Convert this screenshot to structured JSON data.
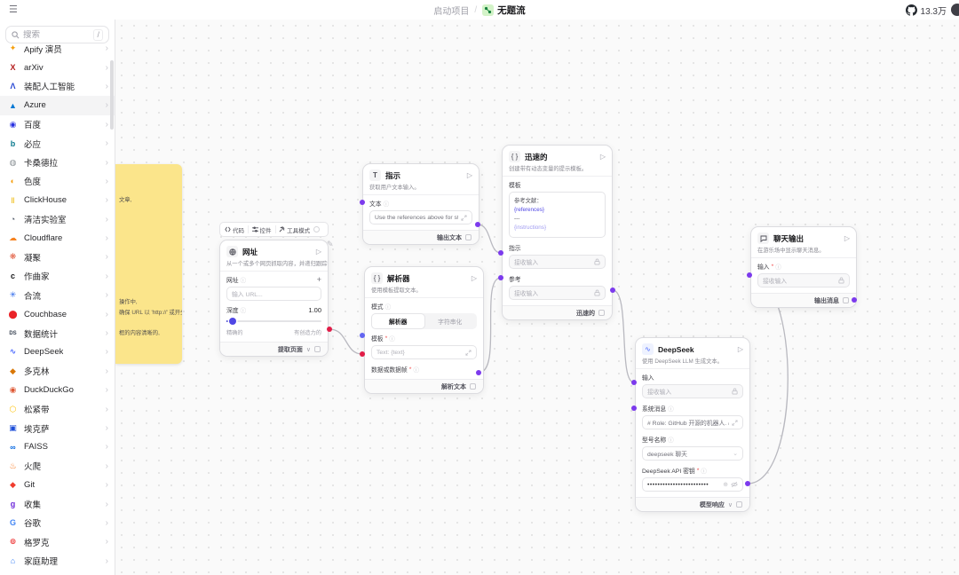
{
  "header": {
    "menu_icon": "grid-menu-icon",
    "breadcrumb": "启动项目",
    "separator": "/",
    "flow_icon_glyph": "⚙",
    "flow_title": "无题流",
    "github_stars": "13.3万"
  },
  "sidebar": {
    "search_placeholder": "搜索",
    "search_shortcut": "/",
    "items": [
      {
        "label": "Apify 演员",
        "glyph": "✦",
        "color": "#f59e0b",
        "partial": true,
        "active": false
      },
      {
        "label": "arXiv",
        "glyph": "X",
        "color": "#b31b1b",
        "active": false
      },
      {
        "label": "装配人工智能",
        "glyph": "Λ",
        "color": "#2545d3",
        "active": false
      },
      {
        "label": "Azure",
        "glyph": "▲",
        "color": "#0078d4",
        "active": true
      },
      {
        "label": "百度",
        "glyph": "◉",
        "color": "#2932e1",
        "active": false
      },
      {
        "label": "必应",
        "glyph": "b",
        "color": "#0b7a8e",
        "active": false
      },
      {
        "label": "卡桑德拉",
        "glyph": "◍",
        "color": "#8b9196",
        "active": false
      },
      {
        "label": "色度",
        "glyph": "◐",
        "color": "#f59e0b",
        "active": false
      },
      {
        "label": "ClickHouse",
        "glyph": "‖",
        "color": "#f2c83c",
        "active": false
      },
      {
        "label": "清洁实验室",
        "glyph": "◔",
        "color": "#4b5563",
        "active": false
      },
      {
        "label": "Cloudflare",
        "glyph": "☁",
        "color": "#f6821f",
        "active": false
      },
      {
        "label": "凝聚",
        "glyph": "❋",
        "color": "#e25d41",
        "active": false
      },
      {
        "label": "作曲家",
        "glyph": "c",
        "color": "#18181b",
        "active": false
      },
      {
        "label": "合流",
        "glyph": "✳",
        "color": "#2563eb",
        "active": false
      },
      {
        "label": "Couchbase",
        "glyph": "⬤",
        "color": "#ea2328",
        "active": false
      },
      {
        "label": "数据统计",
        "glyph": "DS",
        "color": "#374151",
        "active": false
      },
      {
        "label": "DeepSeek",
        "glyph": "∿",
        "color": "#4d6bfe",
        "active": false
      },
      {
        "label": "多克林",
        "glyph": "◆",
        "color": "#d97706",
        "active": false
      },
      {
        "label": "DuckDuckGo",
        "glyph": "◉",
        "color": "#de5833",
        "active": false
      },
      {
        "label": "松紧带",
        "glyph": "⬡",
        "color": "#fec514",
        "active": false
      },
      {
        "label": "埃克萨",
        "glyph": "▣",
        "color": "#1d4ed8",
        "active": false
      },
      {
        "label": "FAISS",
        "glyph": "∞",
        "color": "#0668e1",
        "active": false
      },
      {
        "label": "火爬",
        "glyph": "♨",
        "color": "#f97316",
        "active": false
      },
      {
        "label": "Git",
        "glyph": "◆",
        "color": "#f03c2e",
        "active": false
      },
      {
        "label": "收集",
        "glyph": "g",
        "color": "#6d28d9",
        "active": false
      },
      {
        "label": "谷歌",
        "glyph": "G",
        "color": "#4285f4",
        "active": false
      },
      {
        "label": "格罗克",
        "glyph": "⊚",
        "color": "#ef4444",
        "active": false
      },
      {
        "label": "家庭助理",
        "glyph": "⌂",
        "color": "#3b82f6",
        "active": false
      }
    ]
  },
  "note": {
    "lines": [
      "文章,",
      "操作中,",
      "确保 URL 以 'http://' 或开头",
      "框的内容清晰的,"
    ],
    "color": "#fbe58b"
  },
  "node_toolbar": {
    "code_label": "代码",
    "controls_label": "控件",
    "tool_mode_label": "工具模式",
    "tool_mode_on": false,
    "more_label": "⋯"
  },
  "nodes": {
    "url": {
      "title": "网址",
      "description": "从一个或多个网页抓取内容，并递归跟踪链接。",
      "url_label": "网址",
      "url_placeholder": "输入 URL...",
      "depth_label": "深度",
      "depth_value": "1.00",
      "slider_min_label": "精确的",
      "slider_max_label": "有创造力的",
      "output_label": "提取页面"
    },
    "instructions": {
      "title": "指示",
      "description": "获取用户文本输入。",
      "text_label": "文本",
      "text_value": "Use the references above for sty",
      "output_label": "输出文本"
    },
    "parser": {
      "title": "解析器",
      "description": "使用模板提取文本。",
      "mode_label": "模式",
      "mode_options": [
        "解析器",
        "字符串化"
      ],
      "mode_selected": "解析器",
      "template_label": "模板",
      "template_value": "Text: {text}",
      "data_label": "数据或数据帧",
      "output_label": "解析文本"
    },
    "prompt": {
      "title": "迅速的",
      "description": "创建带有动态变量的提示模板。",
      "template_label": "模板",
      "template_preview": [
        "参考文献：",
        "{references}",
        "---",
        "{instructions}"
      ],
      "instructions_label": "指示",
      "instructions_placeholder": "接收输入",
      "references_label": "参考",
      "references_placeholder": "接收输入",
      "output_label": "迅速的"
    },
    "deepseek": {
      "title": "DeepSeek",
      "description": "使用 DeepSeek LLM 生成文本。",
      "input_label": "输入",
      "input_placeholder": "接收输入",
      "system_message_label": "系统消息",
      "system_message_value": "# Role: GitHub 开源的机器人. ## P",
      "model_name_label": "型号名称",
      "model_name_value": "deepseek 聊天",
      "api_key_label": "DeepSeek API 密钥",
      "api_key_masked": "••••••••••••••••••••••••",
      "output_label": "模型响应"
    },
    "chat_output": {
      "title": "聊天输出",
      "description": "在游乐场中显示聊天消息。",
      "input_label": "输入",
      "input_placeholder": "接收输入",
      "output_label": "输出消息"
    }
  },
  "colors": {
    "handle_message": "#7c3aed",
    "handle_data": "#e11d48",
    "slider_knob": "#4f46e5",
    "edge": "#b9b9c0",
    "note_bg": "#fbe58b"
  }
}
